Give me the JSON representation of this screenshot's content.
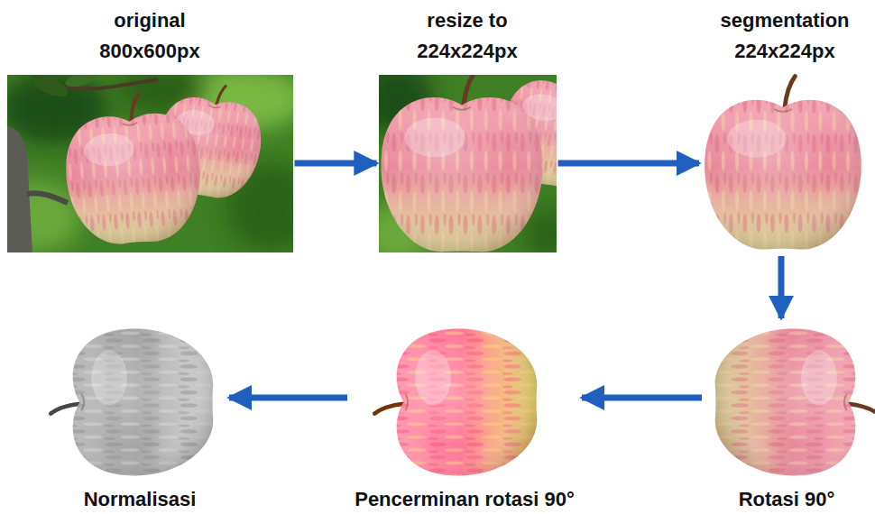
{
  "diagram": {
    "nodes": [
      {
        "text": [
          "original 800x600px"
        ]
      },
      {
        "text": [
          "resize to 224x224px"
        ]
      },
      {
        "text": [
          "segmentation 224x224px"
        ]
      },
      {
        "text": [
          "Rotasi 90°"
        ]
      },
      {
        "text": [
          "Pencerminan rotasi 90°"
        ]
      },
      {
        "text": [
          "Normalisasi"
        ]
      }
    ],
    "edges": [
      {
        "from": 0,
        "to": 1,
        "arrow": "to"
      },
      {
        "from": 1,
        "to": 2,
        "arrow": "to"
      },
      {
        "from": 2,
        "to": 3,
        "arrow": "to"
      },
      {
        "from": 3,
        "to": 4,
        "arrow": "to"
      },
      {
        "from": 4,
        "to": 5,
        "arrow": "to"
      }
    ]
  }
}
